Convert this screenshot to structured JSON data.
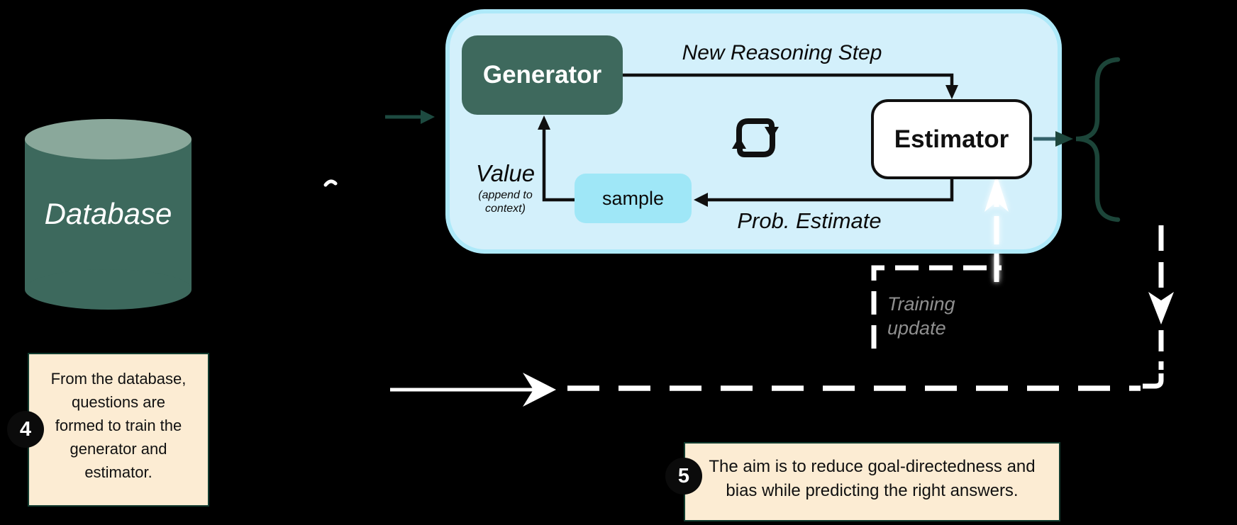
{
  "pipeline_box": {
    "generator_label": "Generator",
    "estimator_label": "Estimator",
    "sample_label": "sample",
    "edge_labels": {
      "new_reasoning_step": "New Reasoning Step",
      "value": "Value",
      "value_note_lines": [
        "(append to",
        "context)"
      ],
      "prob_estimate": "Prob. Estimate"
    },
    "icons": {
      "cycle": "repeat-cycle-icon"
    }
  },
  "database": {
    "label": "Database"
  },
  "training_update": {
    "lines": [
      "Training",
      "update"
    ]
  },
  "notes": [
    {
      "number": "4",
      "lines": [
        "From the database,",
        "questions are",
        "formed to train the",
        "generator and",
        "estimator."
      ]
    },
    {
      "number": "5",
      "lines": [
        "The aim is to reduce goal-directedness and",
        "bias while predicting the right answers."
      ]
    }
  ],
  "colors": {
    "background": "#000000",
    "pipeline_fill": "#d3f0fb",
    "pipeline_border": "#aee9f9",
    "generator_fill": "#3e695d",
    "sample_fill": "#9fe7f7",
    "dark_green_arrow": "#1d4a40",
    "teal_arrow": "#33616a",
    "brace_green": "#1c4539",
    "note_fill": "#fcecd3",
    "note_border": "#123c30",
    "training_text_gray": "#8f8f8f",
    "white_paths": "#ffffff",
    "cylinder_body": "#3d695d",
    "cylinder_top": "#8aa89b"
  }
}
